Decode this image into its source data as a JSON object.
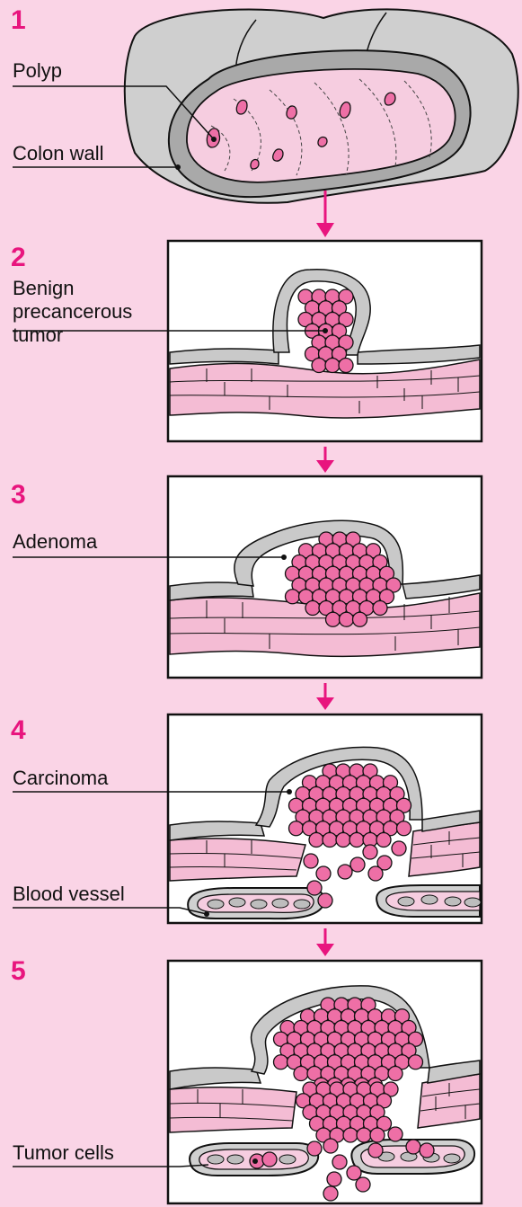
{
  "stages": [
    {
      "number": "1",
      "labels": [
        "Polyp",
        "Colon wall"
      ]
    },
    {
      "number": "2",
      "labels": [
        "Benign",
        "precancerous",
        "tumor"
      ]
    },
    {
      "number": "3",
      "labels": [
        "Adenoma"
      ]
    },
    {
      "number": "4",
      "labels": [
        "Carcinoma",
        "Blood vessel"
      ]
    },
    {
      "number": "5",
      "labels": [
        "Tumor cells"
      ]
    }
  ],
  "colors": {
    "background": "#fad4e6",
    "accent": "#e8157e",
    "tumor": "#ee6fa6",
    "tissue": "#f4bcd4",
    "wall": "#c9c9c9"
  }
}
